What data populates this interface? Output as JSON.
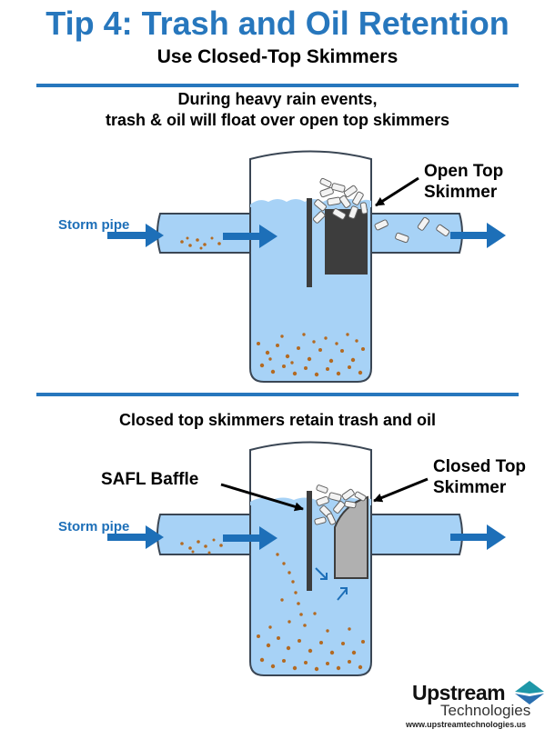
{
  "header": {
    "title": "Tip 4:  Trash and Oil Retention",
    "subtitle": "Use Closed-Top Skimmers"
  },
  "panel_top": {
    "caption_line1": "During heavy rain events,",
    "caption_line2": "trash & oil will float over open top skimmers",
    "inlet_label": "Storm pipe",
    "skimmer_label_line1": "Open Top",
    "skimmer_label_line2": "Skimmer"
  },
  "panel_bottom": {
    "caption": "Closed top skimmers retain trash and oil",
    "inlet_label": "Storm pipe",
    "baffle_label": "SAFL Baffle",
    "skimmer_label_line1": "Closed Top",
    "skimmer_label_line2": "Skimmer"
  },
  "logo": {
    "name_line1": "Upstream",
    "name_line2": "Technologies",
    "url": "www.upstreamtechnologies.us"
  },
  "colors": {
    "brand_blue": "#2777bd",
    "water": "#a7d2f6",
    "water_outline": "#3a4654",
    "skimmer_open": "#3d3d3d",
    "skimmer_closed": "#b0b0b0",
    "sediment": "#b36a22",
    "flow_arrow": "#1d6fb8",
    "logo_teal": "#1e97a8"
  }
}
